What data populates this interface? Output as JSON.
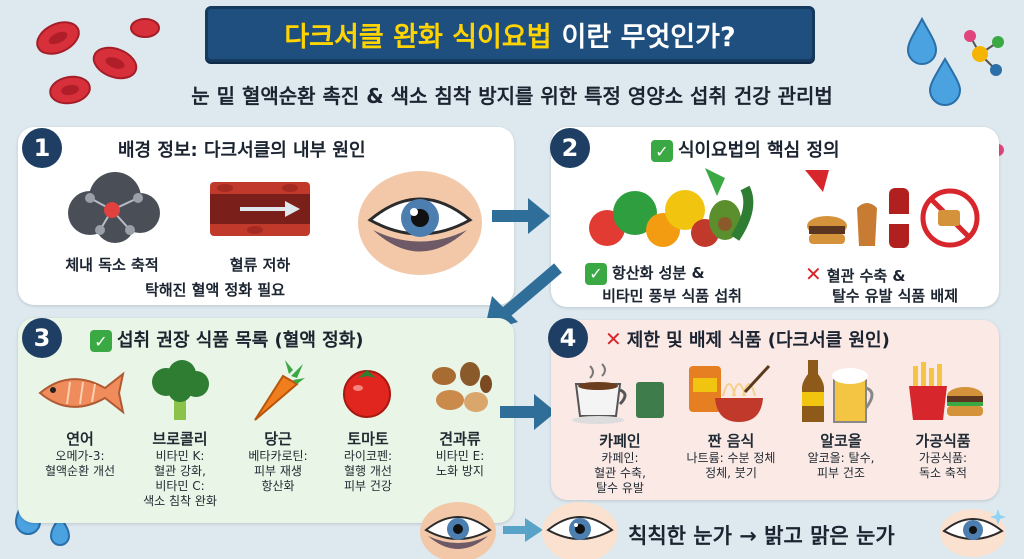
{
  "header": {
    "title_highlight": "다크서클 완화 식이요법",
    "title_rest": "이란 무엇인가?",
    "subtitle": "눈 밑 혈액순환 촉진 & 색소 침착 방지를 위한 특정 영양소 섭취 건강 관리법"
  },
  "sections": {
    "s1": {
      "number": "1",
      "title": "배경 정보: 다크서클의 내부 원인",
      "item1": "체내 독소 축적",
      "item2": "혈류 저하",
      "note": "탁해진 혈액 정화 필요"
    },
    "s2": {
      "number": "2",
      "title": "식이요법의 핵심 정의",
      "good_line1": "항산화 성분 &",
      "good_line2": "비타민 풍부 식품 섭취",
      "bad_line1": "혈관 수축 &",
      "bad_line2": "탈수 유발 식품 배제"
    },
    "s3": {
      "number": "3",
      "title": "섭취 권장 식품 목록 (혈액 정화)",
      "foods": [
        {
          "name": "연어",
          "d1": "오메가-3:",
          "d2": "혈액순환 개선",
          "d3": "",
          "d4": ""
        },
        {
          "name": "브로콜리",
          "d1": "비타민 K:",
          "d2": "혈관 강화,",
          "d3": "비타민 C:",
          "d4": "색소 침착 완화"
        },
        {
          "name": "당근",
          "d1": "베타카로틴:",
          "d2": "피부 재생",
          "d3": "항산화",
          "d4": ""
        },
        {
          "name": "토마토",
          "d1": "라이코펜:",
          "d2": "혈행 개선",
          "d3": "피부 건강",
          "d4": ""
        },
        {
          "name": "견과류",
          "d1": "비타민 E:",
          "d2": "노화 방지",
          "d3": "",
          "d4": ""
        }
      ]
    },
    "s4": {
      "number": "4",
      "title": "제한 및 배제 식품 (다크서클 원인)",
      "foods": [
        {
          "name": "카페인",
          "d1": "카페인:",
          "d2": "혈관 수축,",
          "d3": "탈수 유발"
        },
        {
          "name": "짠 음식",
          "d1": "나트륨: 수분 정체",
          "d2": "정체, 붓기",
          "d3": ""
        },
        {
          "name": "알코올",
          "d1": "알코올: 탈수,",
          "d2": "피부 건조",
          "d3": ""
        },
        {
          "name": "가공식품",
          "d1": "가공식품:",
          "d2": "독소 축적",
          "d3": ""
        }
      ]
    }
  },
  "footer": {
    "before_after": "칙칙한 눈가 → 밝고 맑은 눈가"
  },
  "colors": {
    "banner": "#1f4f7f",
    "highlight": "#ffd400",
    "number_badge": "#1f3e63",
    "arrow": "#2f6e99",
    "check": "#3aa843",
    "cross": "#d8262d"
  }
}
